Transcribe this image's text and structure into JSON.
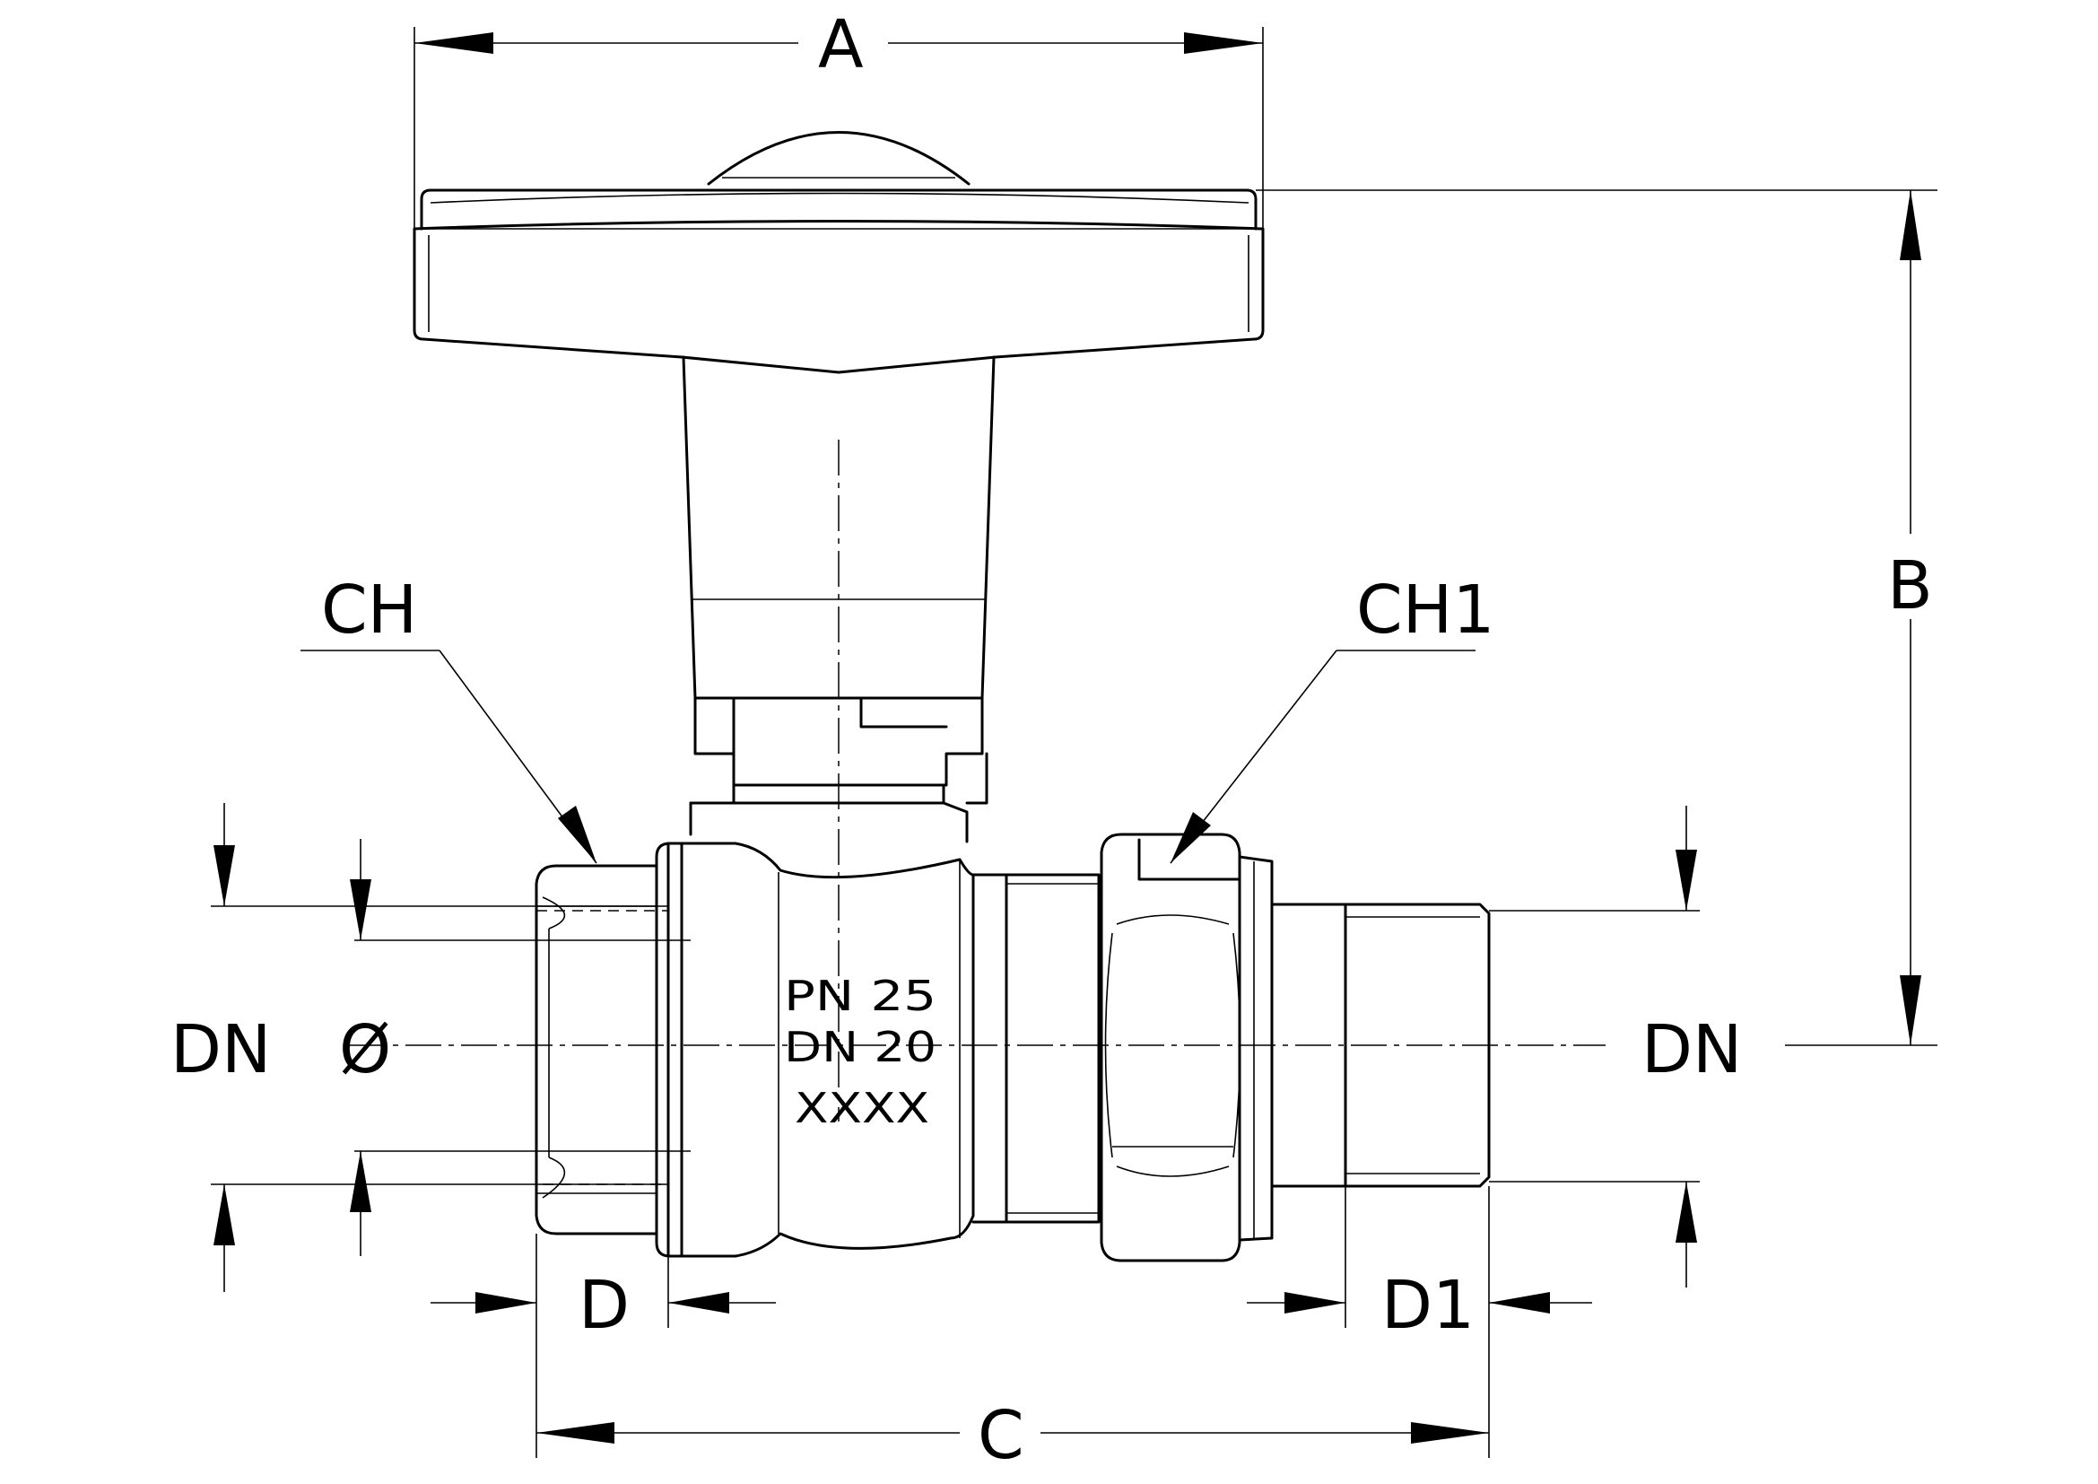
{
  "labels": {
    "A": "A",
    "B": "B",
    "C": "C",
    "D": "D",
    "D1": "D1",
    "DN_left": "DN",
    "DN_right": "DN",
    "diameter": "Ø",
    "CH": "CH",
    "CH1": "CH1"
  },
  "body_marking": {
    "line1": "PN  25",
    "line2": "DN  20",
    "line3": "XXXX"
  }
}
